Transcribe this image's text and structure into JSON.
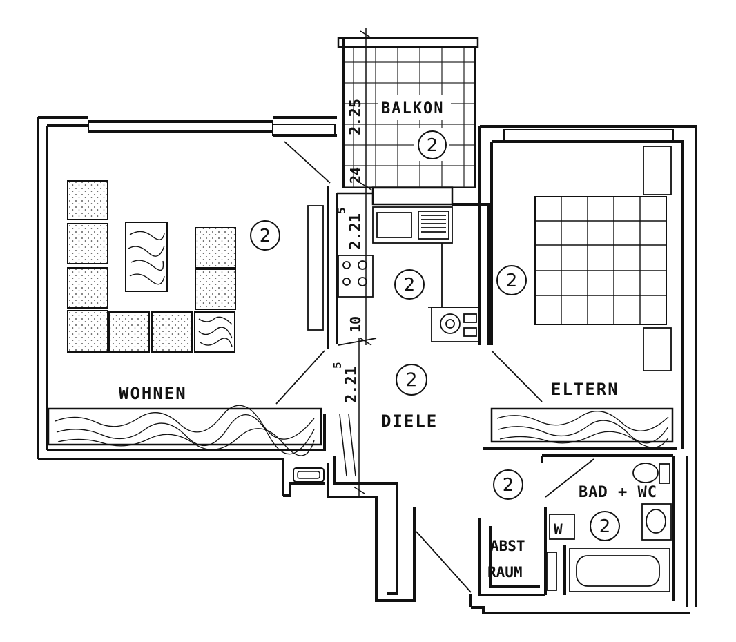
{
  "colors": {
    "ink": "#111111",
    "paper": "#ffffff"
  },
  "rooms": {
    "balkon": "BALKON",
    "wohnen": "WOHNEN",
    "eltern": "ELTERN",
    "diele": "DIELE",
    "bad_wc": "BAD + WC",
    "abst": "ABST",
    "raum": "RAUM",
    "w": "W"
  },
  "dimensions": {
    "balkon_depth": "2.25",
    "wall": "24",
    "kitchen_width": "2.21",
    "kitchen_sup": "5",
    "kitchen_small": "10",
    "diele_width": "2.21",
    "diele_sup": "5"
  },
  "markers": {
    "balkon": "2",
    "wohnen": "2",
    "kitchen": "2",
    "eltern": "2",
    "diele": "2",
    "flur": "2",
    "bad": "2"
  }
}
